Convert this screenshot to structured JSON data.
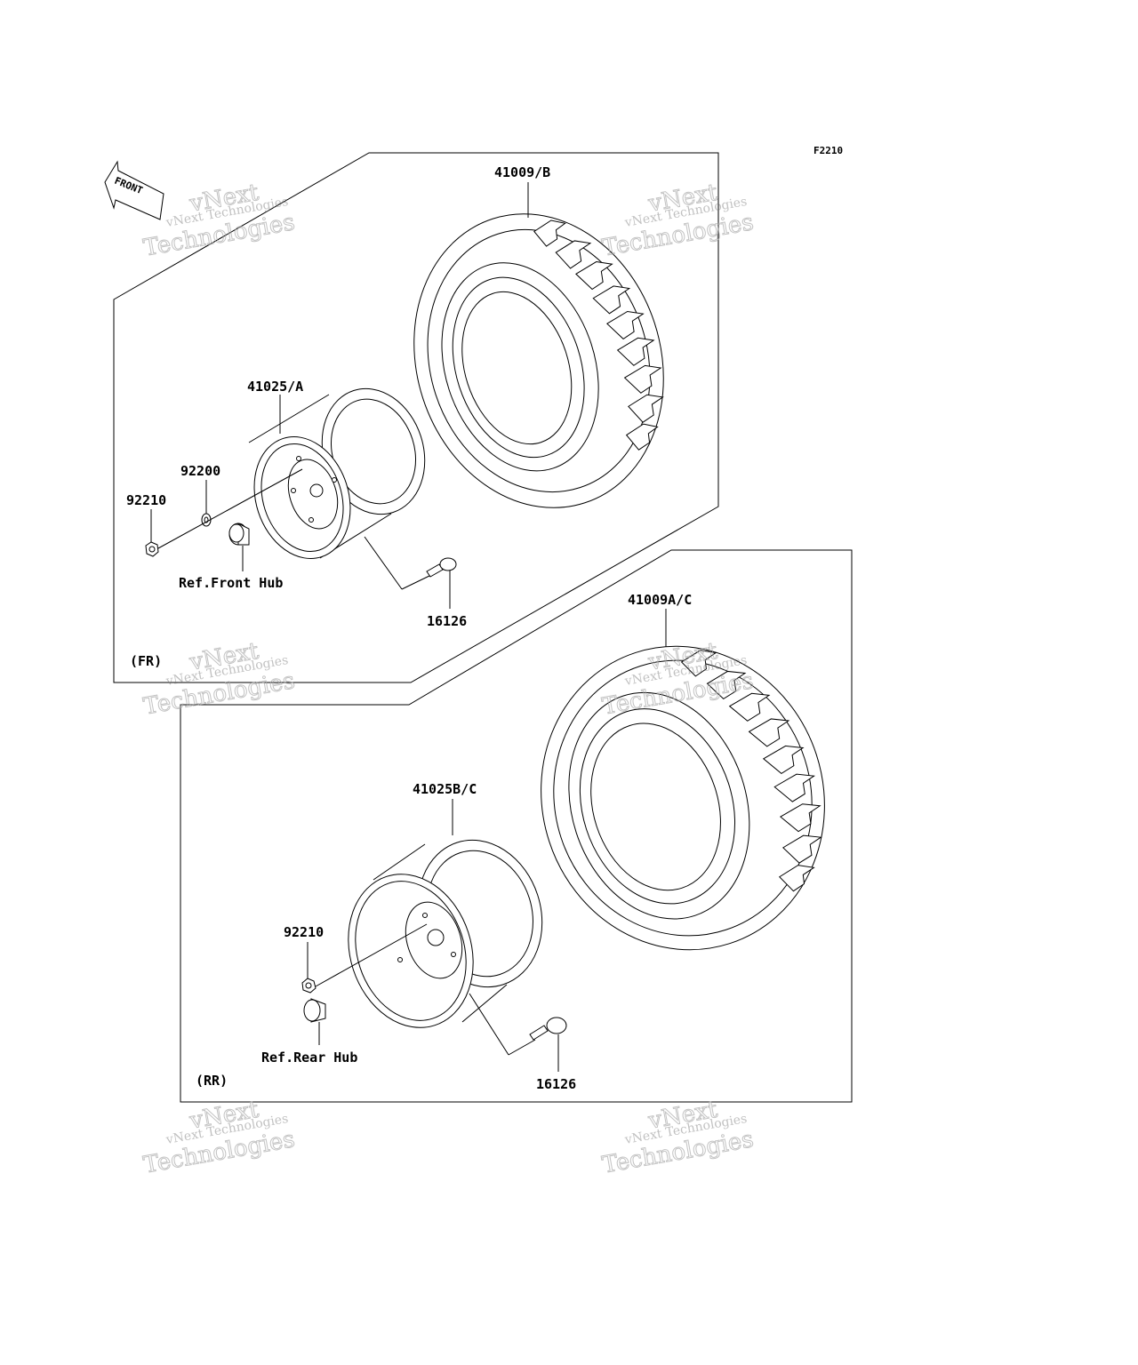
{
  "figure_code": "F2210",
  "front_arrow_label": "FRONT",
  "front_section": {
    "tag": "(FR)",
    "labels": {
      "tire": "41009/B",
      "wheel": "41025/A",
      "washer": "92200",
      "nut": "92210",
      "hub_ref": "Ref.Front Hub",
      "valve": "16126"
    }
  },
  "rear_section": {
    "tag": "(RR)",
    "labels": {
      "tire": "41009A/C",
      "wheel": "41025B/C",
      "nut": "92210",
      "hub_ref": "Ref.Rear Hub",
      "valve": "16126"
    }
  },
  "watermark": {
    "line1": "vNext",
    "line2": "vNext Technologies",
    "line3": "Technologies"
  }
}
